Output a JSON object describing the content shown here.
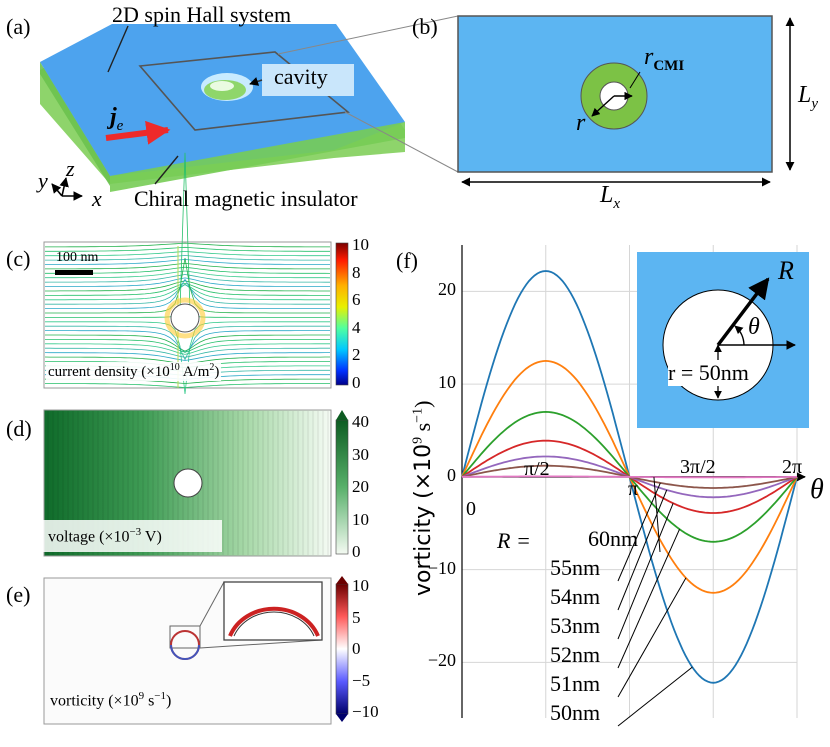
{
  "panel_a": {
    "tag": "(a)",
    "system_label": "2D spin Hall system",
    "cavity_label": "cavity",
    "current_label": "j",
    "current_sub": "e",
    "axis_y": "y",
    "axis_z": "z",
    "axis_x": "x",
    "substrate_label": "Chiral magnetic insulator",
    "colors": {
      "top": "#4da3ee",
      "bottom": "#8ed46b",
      "arrow": "#ee2a2a"
    }
  },
  "panel_b": {
    "tag": "(b)",
    "r_cmi": "r",
    "r_cmi_sub": "CMI",
    "r": "r",
    "lx": "L",
    "lx_sub": "x",
    "ly": "L",
    "ly_sub": "y",
    "colors": {
      "fill": "#5cb5f2",
      "ring": "#7cc245"
    }
  },
  "panel_c": {
    "tag": "(c)",
    "scale_bar": "100 nm",
    "caption": "current density (×10",
    "caption_exp": "10",
    "caption_unit": " A/m",
    "caption_unit_exp": "2",
    "caption_end": ")",
    "colorbar_ticks": [
      "10",
      "8",
      "6",
      "4",
      "2",
      "0"
    ]
  },
  "panel_d": {
    "tag": "(d)",
    "caption": "voltage (×10",
    "caption_exp": "−3",
    "caption_end": " V)",
    "colorbar_ticks": [
      "40",
      "30",
      "20",
      "10",
      "0"
    ]
  },
  "panel_e": {
    "tag": "(e)",
    "caption": "vorticity (×10",
    "caption_exp": "9",
    "caption_unit": " s",
    "caption_unit_exp": "−1",
    "caption_end": ")",
    "colorbar_ticks": [
      "10",
      "5",
      "0",
      "−5",
      "−10"
    ]
  },
  "panel_f": {
    "tag": "(f)",
    "ylabel": "vorticity (×10",
    "ylabel_exp": "9",
    "ylabel_unit": " s",
    "ylabel_unit_exp": "−1",
    "ylabel_end": ")",
    "xlabel": "θ",
    "inset": {
      "R": "R",
      "theta": "θ",
      "r_label": "r = 50nm",
      "color": "#5cb5f2"
    },
    "r_prefix": "R ="
  },
  "chart_data": {
    "type": "line",
    "x_tick_labels": [
      "0",
      "π/2",
      "π",
      "3π/2",
      "2π"
    ],
    "x_ticks": [
      0,
      1.5708,
      3.1416,
      4.7124,
      6.2832
    ],
    "xlim": [
      0,
      6.2832
    ],
    "ylim": [
      -26,
      25
    ],
    "y_ticks": [
      20,
      10,
      0,
      -10,
      -20
    ],
    "y_tick_labels": [
      "20",
      "10",
      "0",
      "−10",
      "−20"
    ],
    "grid": true,
    "series": [
      {
        "name": "50nm",
        "amplitude": 22.2,
        "color": "#1f77b4"
      },
      {
        "name": "51nm",
        "amplitude": 12.5,
        "color": "#ff7f0e"
      },
      {
        "name": "52nm",
        "amplitude": 7.0,
        "color": "#2ca02c"
      },
      {
        "name": "53nm",
        "amplitude": 3.9,
        "color": "#d62728"
      },
      {
        "name": "54nm",
        "amplitude": 2.2,
        "color": "#9467bd"
      },
      {
        "name": "55nm",
        "amplitude": 1.2,
        "color": "#8c564b"
      },
      {
        "name": "60nm",
        "amplitude": 0.05,
        "color": "#e377c2"
      }
    ],
    "curve": "vorticity = amplitude · sin(θ)"
  }
}
